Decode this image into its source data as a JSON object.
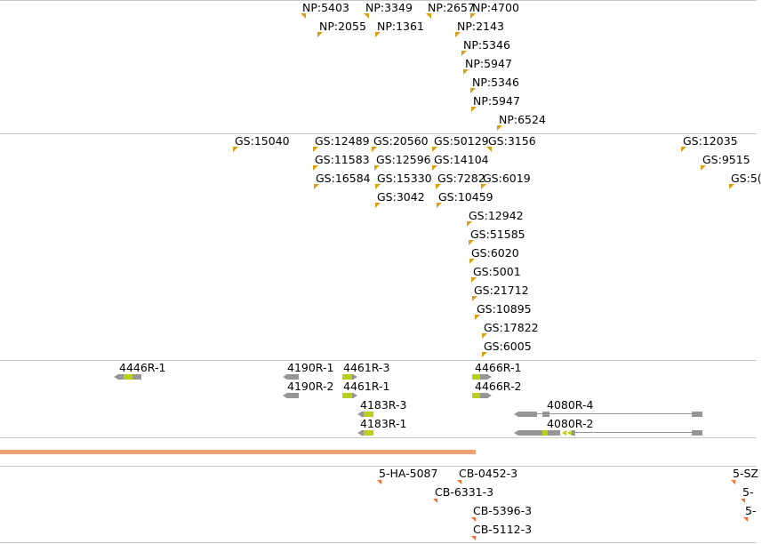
{
  "colors": {
    "np_marker": "#d9a012",
    "gs_marker": "#d9a012",
    "cb_marker": "#ff6a2b",
    "gene_exon": "#b9cf1c",
    "gene_utr": "#969696",
    "coverage_bar": "#f2a070",
    "divider": "#c8c8c8"
  },
  "tracks": {
    "np": {
      "features": [
        {
          "label": "NP:5403"
        },
        {
          "label": "NP:3349"
        },
        {
          "label": "NP:2657"
        },
        {
          "label": "NP:4700"
        },
        {
          "label": "NP:2055"
        },
        {
          "label": "NP:1361"
        },
        {
          "label": "NP:2143"
        },
        {
          "label": "NP:5346"
        },
        {
          "label": "NP:5947"
        },
        {
          "label": "NP:5346"
        },
        {
          "label": "NP:5947"
        },
        {
          "label": "NP:6524"
        }
      ]
    },
    "gs": {
      "features": [
        {
          "label": "GS:15040"
        },
        {
          "label": "GS:12489"
        },
        {
          "label": "GS:20560"
        },
        {
          "label": "GS:50129"
        },
        {
          "label": "GS:3156"
        },
        {
          "label": "GS:12035"
        },
        {
          "label": "GS:11583"
        },
        {
          "label": "GS:12596"
        },
        {
          "label": "GS:14104"
        },
        {
          "label": "GS:9515"
        },
        {
          "label": "GS:16584"
        },
        {
          "label": "GS:15330"
        },
        {
          "label": "GS:7282"
        },
        {
          "label": "GS:6019"
        },
        {
          "label": "GS:5("
        },
        {
          "label": "GS:3042"
        },
        {
          "label": "GS:10459"
        },
        {
          "label": "GS:12942"
        },
        {
          "label": "GS:51585"
        },
        {
          "label": "GS:6020"
        },
        {
          "label": "GS:5001"
        },
        {
          "label": "GS:21712"
        },
        {
          "label": "GS:10895"
        },
        {
          "label": "GS:17822"
        },
        {
          "label": "GS:6005"
        }
      ]
    },
    "genes": {
      "features": [
        {
          "label": "4446R-1"
        },
        {
          "label": "4190R-1"
        },
        {
          "label": "4461R-3"
        },
        {
          "label": "4466R-1"
        },
        {
          "label": "4190R-2"
        },
        {
          "label": "4461R-1"
        },
        {
          "label": "4466R-2"
        },
        {
          "label": "4183R-3"
        },
        {
          "label": "4080R-4"
        },
        {
          "label": "4183R-1"
        },
        {
          "label": "4080R-2"
        }
      ]
    },
    "cb": {
      "features": [
        {
          "label": "5-HA-5087"
        },
        {
          "label": "CB-0452-3"
        },
        {
          "label": "5-SZ"
        },
        {
          "label": "CB-6331-3"
        },
        {
          "label": "5-"
        },
        {
          "label": "CB-5396-3"
        },
        {
          "label": "5-"
        },
        {
          "label": "CB-5112-3"
        }
      ]
    }
  }
}
